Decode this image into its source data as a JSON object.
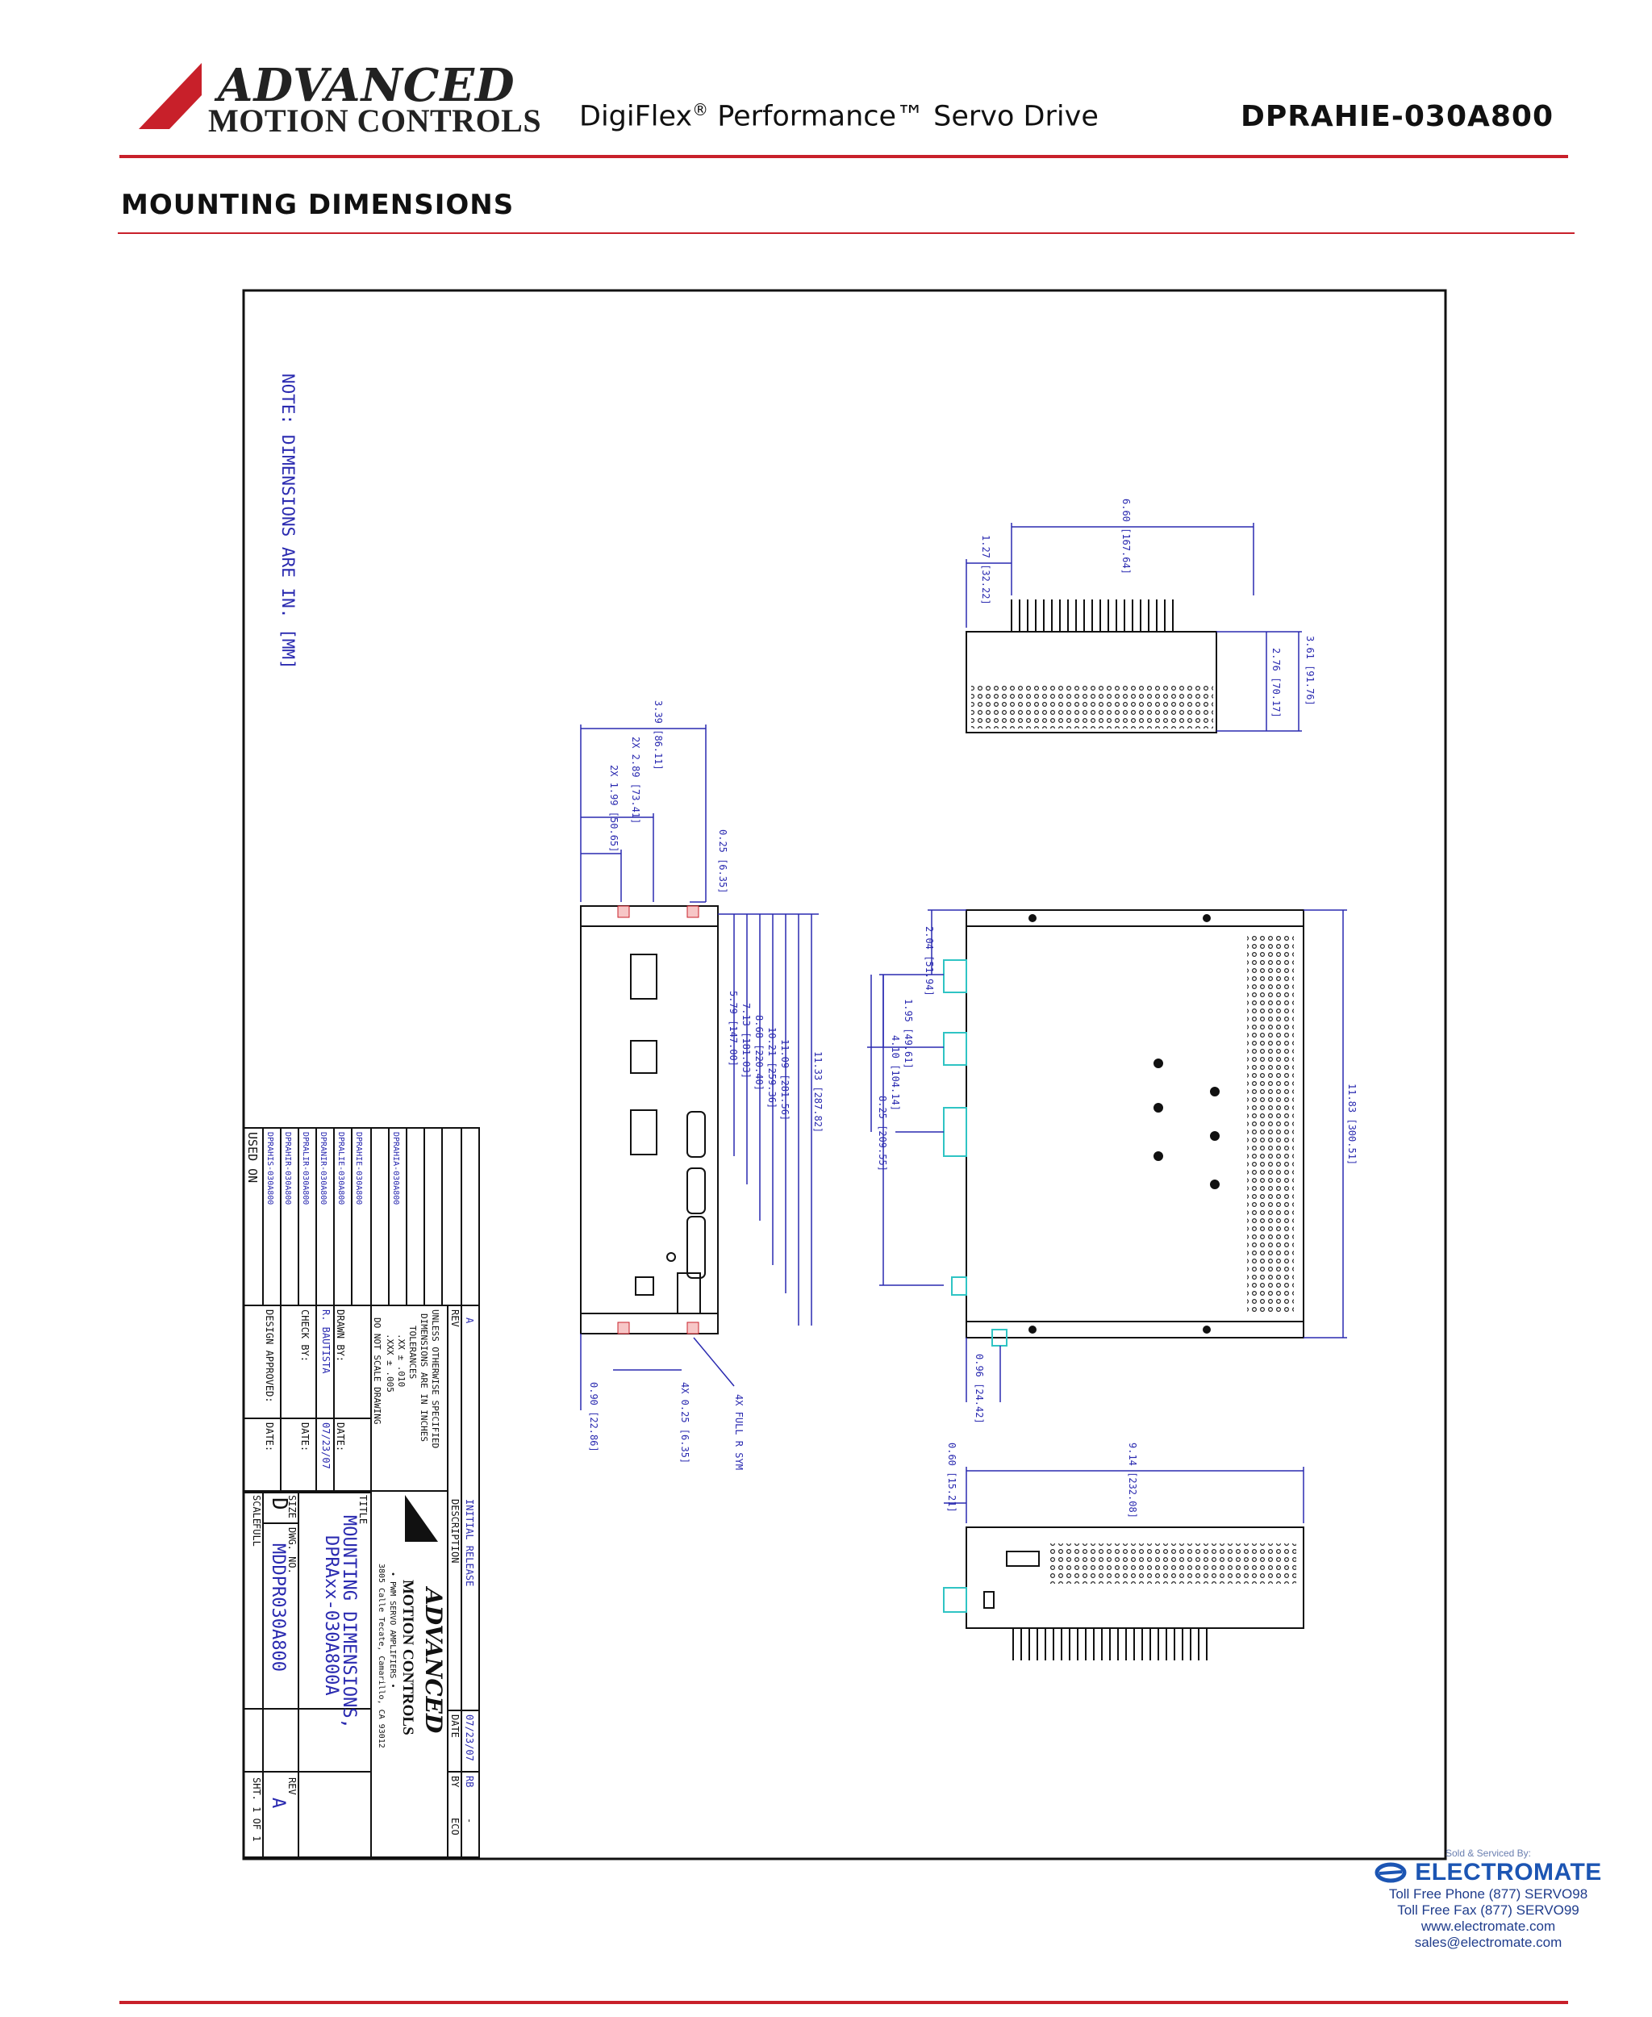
{
  "header": {
    "logo": {
      "line1": "ADVANCED",
      "line2": "MOTION CONTROLS"
    },
    "product_name": "DigiFlex",
    "product_reg": "®",
    "product_rest": " Performance™ Servo Drive",
    "part_number": "DPRAHIE-030A800"
  },
  "section": {
    "title": "MOUNTING DIMENSIONS"
  },
  "drawing": {
    "note": "NOTE: DIMENSIONS ARE IN. [MM]",
    "dims_top": [
      "6.60 [167.64]",
      "1.27 [32.22]",
      "3.61 [91.76]",
      "2.76 [70.17]"
    ],
    "dims_front": [
      "3.39 [86.11]",
      "2X 2.89 [73.41]",
      "2X 1.99 [50.65]",
      "0.25 [6.35]",
      "5.79 [147.00]",
      "7.13 [181.03]",
      "8.68 [220.40]",
      "10.21 [259.36]",
      "11.09 [281.56]",
      "11.33 [287.82]",
      "0.90 [22.86]",
      "4X 0.25 [6.35]",
      "4X FULL R SYM"
    ],
    "dims_side": [
      "2.04 [51.94]",
      "1.95 [49.61]",
      "4.10 [104.14]",
      "8.25 [209.55]",
      "11.83 [300.51]",
      "0.96 [24.42]"
    ],
    "dims_bottom": [
      "9.14 [232.08]",
      "0.60 [15.21]"
    ],
    "title_block": {
      "used_on_label": "USED ON",
      "used_on": [
        "DPRAHIA-030A800",
        "DPRAHIE-030A800",
        "DPRALIE-030A800",
        "DPRANIR-030A800",
        "DPRALIR-030A800",
        "DPRAHIR-030A800",
        "DPRAHIS-030A800"
      ],
      "rev_label": "REV",
      "rev_value": "A",
      "desc_label": "DESCRIPTION",
      "desc_value": "INITIAL RELEASE",
      "date_label": "DATE",
      "date_value": "07/23/07",
      "by_label": "BY",
      "by_value": "RB",
      "eco_label": "ECO",
      "eco_value": "-",
      "notes": [
        "UNLESS OTHERWISE SPECIFIED",
        "DIMENSIONS ARE IN INCHES",
        "TOLERANCES",
        ".XX ± .010",
        ".XXX ± .005",
        "DO NOT SCALE DRAWING"
      ],
      "drawn_by_label": "DRAWN BY:",
      "drawn_by": "R. BAUTISTA",
      "drawn_date_label": "DATE:",
      "drawn_date": "07/23/07",
      "check_by_label": "CHECK BY:",
      "check_date_label": "DATE:",
      "approved_label": "DESIGN APPROVED:",
      "approved_date_label": "DATE:",
      "company_line1": "ADVANCED",
      "company_line2": "MOTION CONTROLS",
      "company_line3": "• PWM SERVO AMPLIFIERS •",
      "company_line4": "3805 Calle Tecate, Camarillo, CA 93012",
      "title_label": "TITLE",
      "title_line1": "MOUNTING DIMENSIONS,",
      "title_line2": "DPRAxx-030A800A",
      "size_label": "SIZE",
      "size_value": "D",
      "dwg_label": "DWG. NO.",
      "dwg_value": "MDDPR030A800",
      "rev2_label": "REV",
      "rev2_value": "A",
      "scale_label": "SCALE",
      "scale_value": "FULL",
      "sheet_label": "SHT. 1 OF 1"
    }
  },
  "distributor": {
    "sold_by": "Sold & Serviced By:",
    "name": "ELECTROMATE",
    "phone": "Toll Free Phone  (877) SERVO98",
    "fax": "Toll Free Fax  (877) SERVO99",
    "web": "www.electromate.com",
    "email": "sales@electromate.com"
  },
  "colors": {
    "accent_red": "#c8202a",
    "drawing_blue": "#2a2ab0",
    "connector_cyan": "#2fc4c4",
    "distributor_blue": "#1c55b3"
  }
}
